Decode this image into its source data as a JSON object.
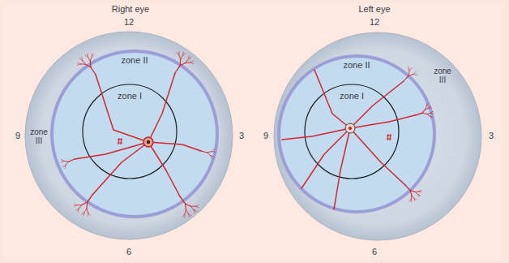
{
  "diagram": {
    "nodes": [
      {
        "text": [
          "zone III"
        ]
      },
      {
        "text": [
          "zone II"
        ],
        "in": 0
      },
      {
        "text": [
          "zone I"
        ],
        "in": 1
      },
      {
        "text": [
          "zone III"
        ]
      },
      {
        "text": [
          "zone II"
        ],
        "in": 3
      },
      {
        "text": [
          "zone I"
        ],
        "in": 4
      }
    ],
    "labels": [
      "Right eye",
      "12",
      "9",
      "3",
      "6",
      "Left eye",
      "12",
      "9",
      "3",
      "6"
    ]
  }
}
